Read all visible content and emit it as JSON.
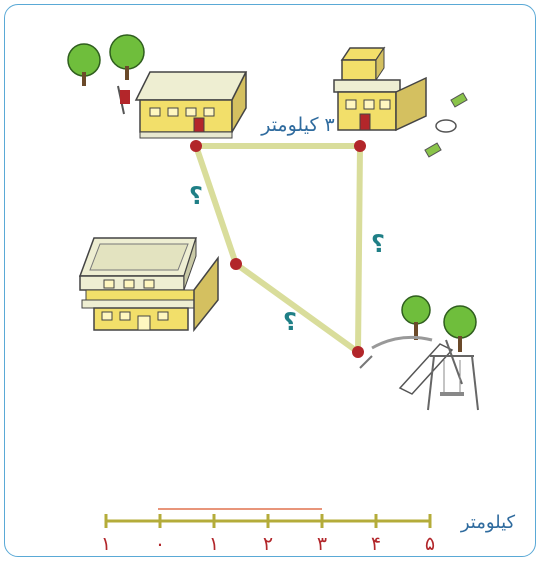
{
  "diagram": {
    "distance_label": "۳ کیلومتر",
    "unknown_mark": "؟",
    "scale_unit": "کیلومتر",
    "scale_ticks": [
      "۱",
      "۰",
      "۱",
      "۲",
      "۳",
      "۴",
      "۵"
    ]
  },
  "colors": {
    "border": "#5aa9d6",
    "route": "#d9dd9b",
    "node": "#b2262a",
    "label_blue": "#2f6b9e",
    "mark_teal": "#1f7f86",
    "scale_line": "#b4ac3a",
    "scale_highlight": "#e8957a",
    "tick_label": "#b2262a"
  }
}
